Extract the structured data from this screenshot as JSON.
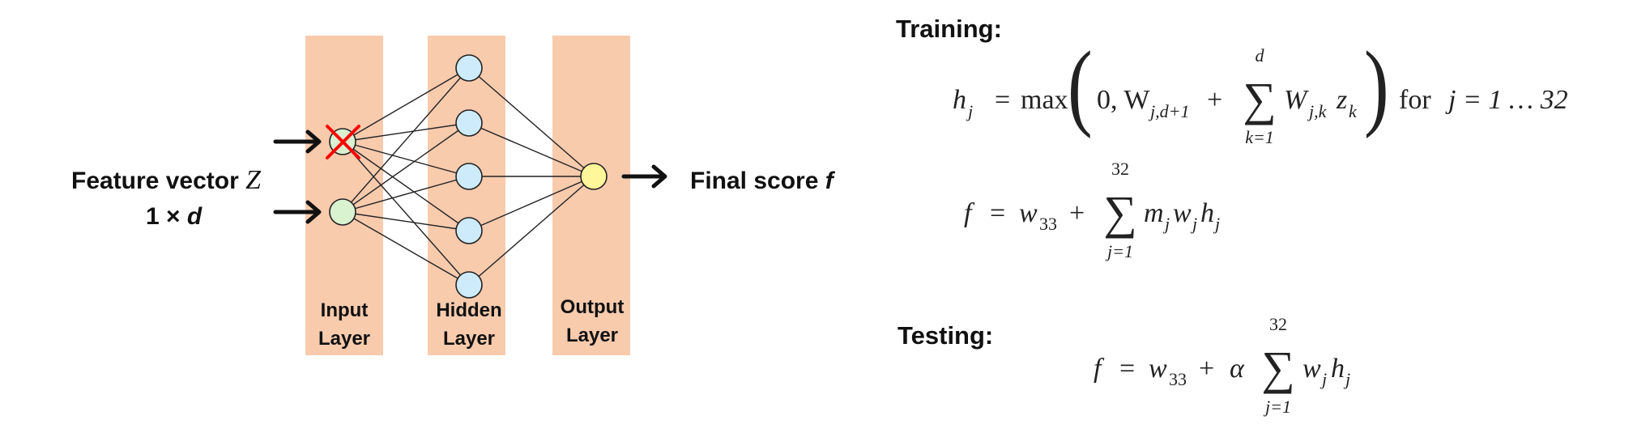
{
  "colors": {
    "layer_band": "#F8CBAD",
    "input_node": "#D9F2D0",
    "hidden_node": "#CDEBFA",
    "output_node": "#FFF799",
    "dropout_cross": "#FF0000",
    "stroke": "#222222"
  },
  "network": {
    "feature_label": {
      "line1_text": "Feature vector ",
      "line1_symbol": "Z",
      "line2_text": "1 × ",
      "line2_symbol": "d"
    },
    "output_label": {
      "text": "Final score ",
      "symbol": "f"
    },
    "layers": [
      {
        "id": "input",
        "label_line1": "Input",
        "label_line2": "Layer",
        "node_count": 2
      },
      {
        "id": "hidden",
        "label_line1": "Hidden",
        "label_line2": "Layer",
        "node_count": 5
      },
      {
        "id": "output",
        "label_line1": "Output",
        "label_line2": "Layer",
        "node_count": 1
      }
    ],
    "dropped_input_node": 1
  },
  "equations": {
    "training_heading": "Training:",
    "testing_heading": "Testing:",
    "hidden_eq": {
      "lhs": "h",
      "lhs_sub": "j",
      "equals": "=",
      "func": "max",
      "args": "0, W",
      "w_sub": "j,d+1",
      "plus": "+",
      "sum_upper": "d",
      "sum_lower": "k=1",
      "term_w": "W",
      "term_w_sub": "j,k",
      "term_z": "z",
      "term_z_sub": "k",
      "suffix": "for",
      "range": "j = 1 … 32"
    },
    "score_train_eq": {
      "lhs": "f",
      "equals": "=",
      "bias": "w",
      "bias_sub": "33",
      "plus": "+",
      "sum_upper": "32",
      "sum_lower": "j=1",
      "term": "m",
      "term_sub1": "j",
      "term2": "w",
      "term2_sub": "j",
      "term3": "h",
      "term3_sub": "j"
    },
    "score_test_eq": {
      "lhs": "f",
      "equals": "=",
      "bias": "w",
      "bias_sub": "33",
      "plus": "+",
      "alpha": "α",
      "sum_upper": "32",
      "sum_lower": "j=1",
      "term": "w",
      "term_sub": "j",
      "term2": "h",
      "term2_sub": "j"
    }
  }
}
